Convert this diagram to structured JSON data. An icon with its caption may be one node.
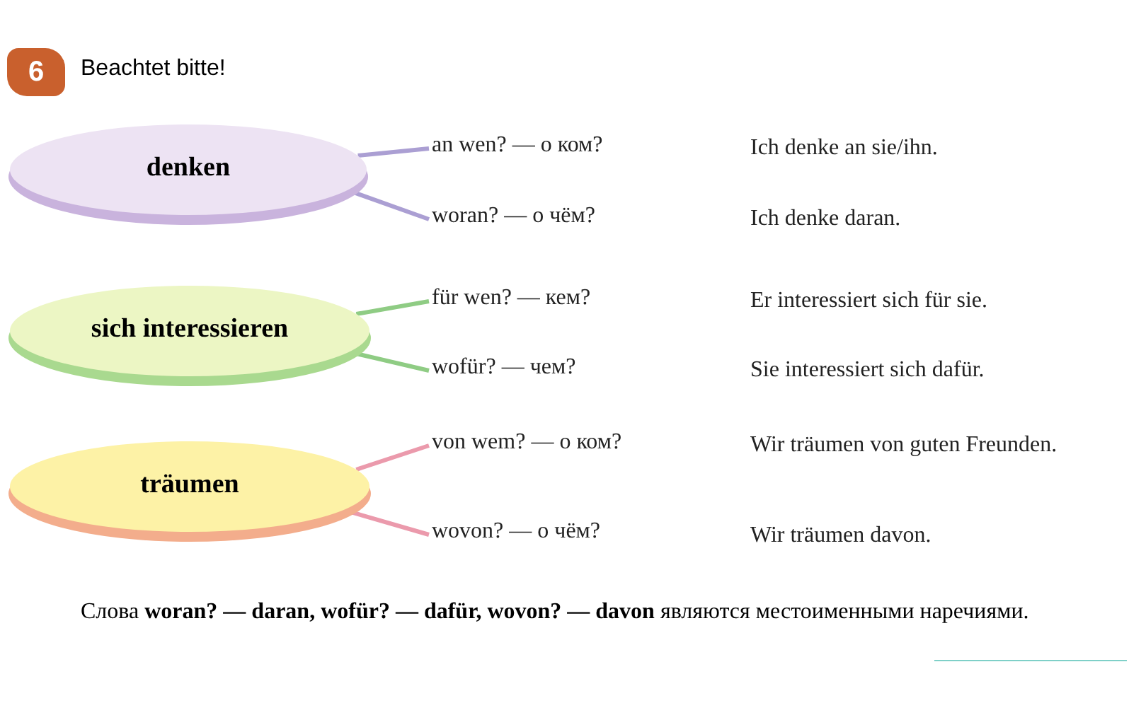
{
  "diagram": {
    "title": "Beachtet bitte!",
    "caption": "Слова **woran? — daran, wofür? — dafür, wovon? — davon** являются местоименными наречиями.",
    "nodes": [
      {
        "text": [
          "6"
        ]
      },
      {
        "text": [
          "denken"
        ]
      },
      {
        "text": [
          "an wen? — о ком?"
        ]
      },
      {
        "text": [
          "woran? — о чём?"
        ]
      },
      {
        "text": [
          "sich interessieren"
        ]
      },
      {
        "text": [
          "für wen? — кем?"
        ]
      },
      {
        "text": [
          "wofür? — чем?"
        ]
      },
      {
        "text": [
          "träumen"
        ]
      },
      {
        "text": [
          "von wem? — о ком?"
        ]
      },
      {
        "text": [
          "wovon? — о чём?"
        ]
      }
    ],
    "edges": [
      {
        "from": 1,
        "to": 2,
        "arrow": "none",
        "color": "#ab9fd3"
      },
      {
        "from": 1,
        "to": 3,
        "arrow": "none",
        "color": "#ab9fd3"
      },
      {
        "from": 4,
        "to": 5,
        "arrow": "none",
        "color": "#8fcc84"
      },
      {
        "from": 4,
        "to": 6,
        "arrow": "none",
        "color": "#8fcc84"
      },
      {
        "from": 7,
        "to": 8,
        "arrow": "none",
        "color": "#eb9aac"
      },
      {
        "from": 7,
        "to": 9,
        "arrow": "none",
        "color": "#eb9aac"
      }
    ],
    "labels": [
      "Ich denke an sie/ihn.",
      "Ich denke daran.",
      "Er interessiert sich für sie.",
      "Sie interessiert sich dafür.",
      "Wir träumen von guten Freunden.",
      "Wir träumen davon."
    ]
  }
}
